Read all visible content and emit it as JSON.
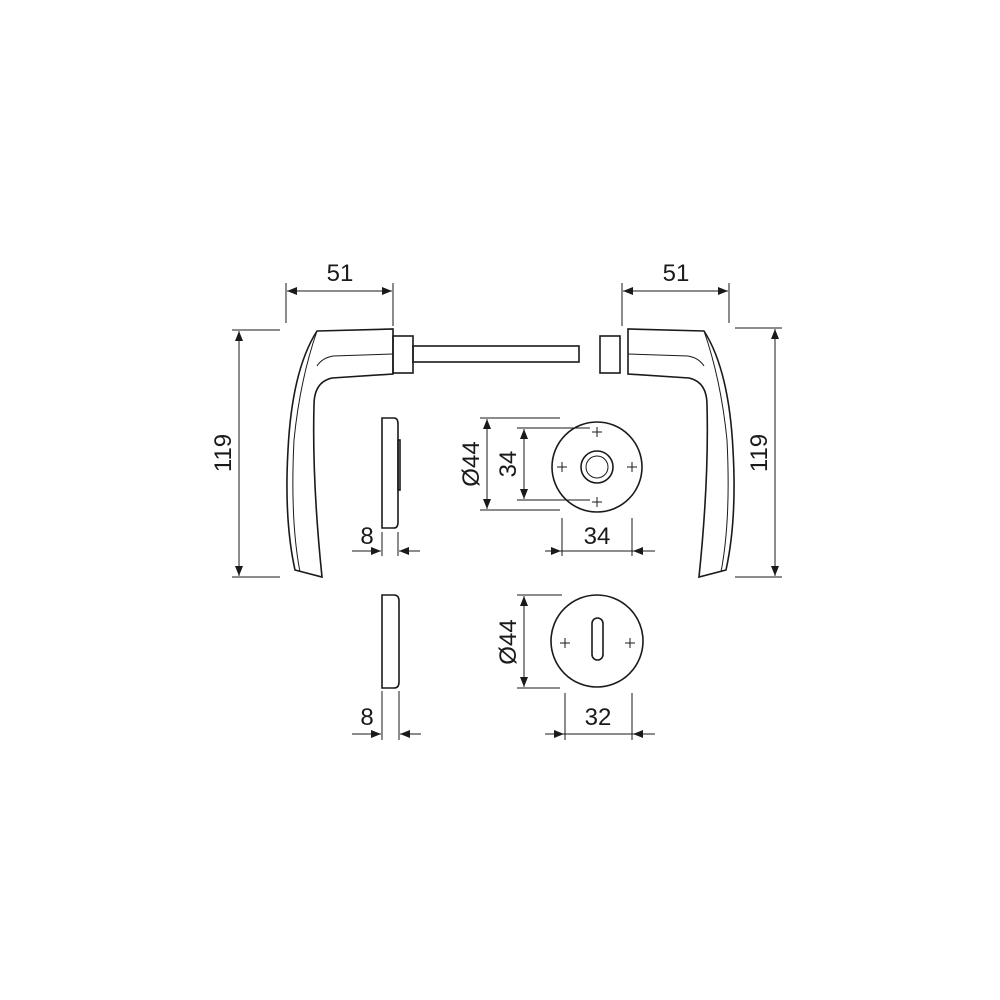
{
  "drawing": {
    "title": "Door handle set dimension drawing",
    "dimensions": {
      "left_handle_projection": "51",
      "left_handle_height": "119",
      "right_handle_projection": "51",
      "right_handle_height": "119",
      "rose_thickness": "8",
      "rose_diameter": "Ø44",
      "rose_fixing_vertical": "34",
      "rose_fixing_horizontal": "34",
      "escutcheon_thickness": "8",
      "escutcheon_diameter": "Ø44",
      "escutcheon_fixing_spacing": "32"
    },
    "colors": {
      "line": "#1a1a1a",
      "background": "#ffffff"
    }
  }
}
